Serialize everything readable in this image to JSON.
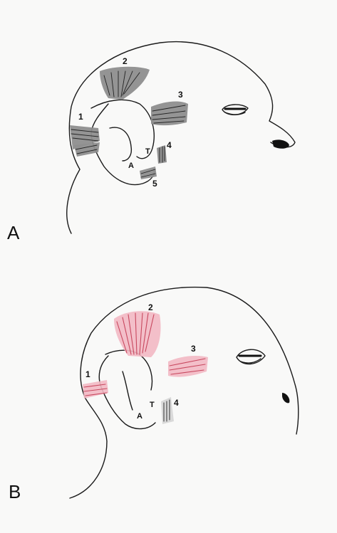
{
  "panels": [
    {
      "label": "A",
      "colors": {
        "muscle_fill": "#8e8e8e",
        "muscle_stroke": "#555555"
      },
      "muscle_labels": [
        "1",
        "2",
        "3",
        "4",
        "5"
      ],
      "landmark_labels": {
        "antitragus": "A",
        "tragus": "T"
      }
    },
    {
      "label": "B",
      "colors": {
        "muscle_fill": "#f2b8c3",
        "muscle_stroke": "#c8485f"
      },
      "muscle_labels": [
        "1",
        "2",
        "3",
        "4"
      ],
      "landmark_labels": {
        "antitragus": "A",
        "tragus": "T"
      }
    }
  ]
}
